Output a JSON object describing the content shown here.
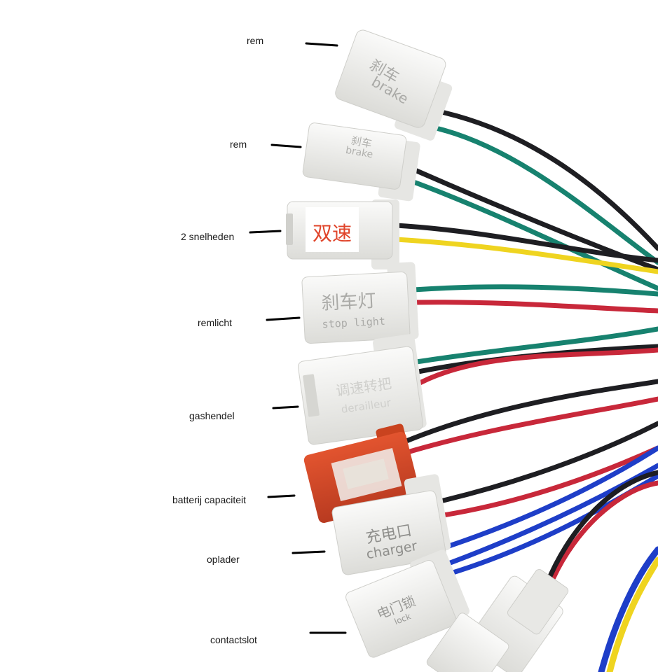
{
  "labels": {
    "rem_1": "rem",
    "rem_2": "rem",
    "two_speed": "2 snelheden",
    "brake_light": "remlicht",
    "throttle": "gashendel",
    "battery": "batterij capaciteit",
    "charger": "oplader",
    "ignition": "contactslot"
  },
  "connector_text": {
    "c1_cn": "刹车",
    "c1_en": "brake",
    "c2_cn": "刹车",
    "c2_en": "brake",
    "c3_cn": "双速",
    "c4_cn": "刹车灯",
    "c4_en": "stop light",
    "c5_cn": "调速转把",
    "c5_en": "derailleur",
    "c7_cn": "充电口",
    "c7_en": "charger",
    "c8_cn": "电门锁",
    "c8_en": "lock"
  },
  "colors": {
    "wire_black": "#1e1e22",
    "wire_green": "#17826f",
    "wire_red": "#c8283a",
    "wire_yellow": "#efd420",
    "wire_blue": "#1e3ec8",
    "connector_white": "#efefed",
    "connector_red": "#d7462a",
    "stamp_red": "#e0442a"
  }
}
